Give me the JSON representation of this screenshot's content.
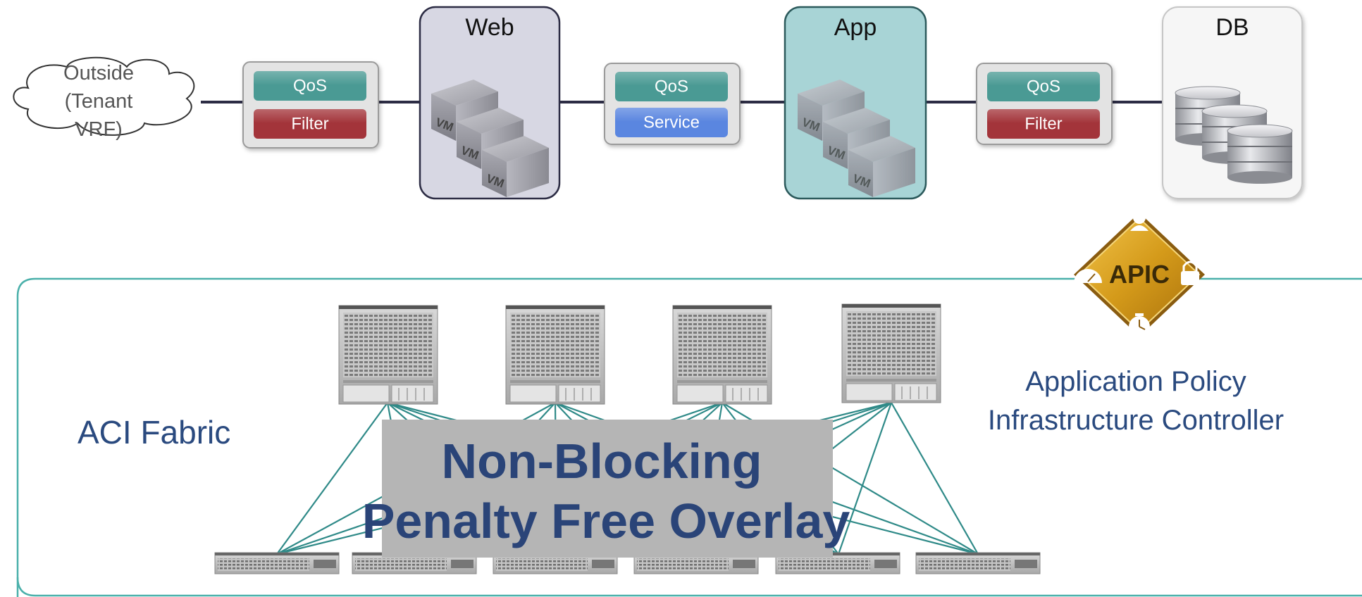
{
  "outside": {
    "lines": [
      "Outside",
      "(Tenant",
      "VRF)"
    ]
  },
  "policy_box_1": {
    "qos": "QoS",
    "filter": "Filter"
  },
  "tier_web": {
    "label": "Web"
  },
  "policy_box_2": {
    "qos": "QoS",
    "service": "Service"
  },
  "tier_app": {
    "label": "App"
  },
  "policy_box_3": {
    "qos": "QoS",
    "filter": "Filter"
  },
  "tier_db": {
    "label": "DB"
  },
  "vm_badge": "VM",
  "fabric": {
    "label": "ACI Fabric",
    "overlay_line1": "Non-Blocking",
    "overlay_line2": "Penalty Free Overlay"
  },
  "apic": {
    "badge": "APIC",
    "desc_line1": "Application Policy",
    "desc_line2": "Infrastructure Controller"
  },
  "colors": {
    "qos": "#4a9a94",
    "filter": "#a3343a",
    "service": "#5a86e0",
    "web_tier_bg": "#d7d7e3",
    "app_tier_bg": "#a8d4d6",
    "fabric_border": "#4ab0aa",
    "fabric_link": "#2f8a88",
    "text_blue": "#2a4a7f",
    "overlay_box": "#b5b5b5",
    "apic_gold": "#d9a520"
  }
}
